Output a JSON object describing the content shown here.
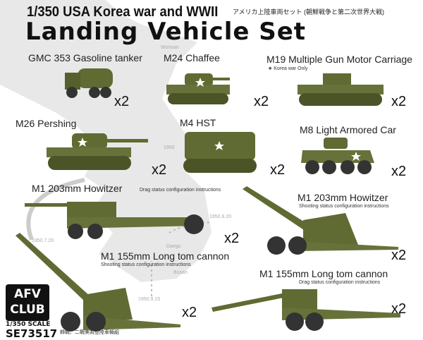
{
  "title": {
    "line1": "1/350 USA Korea war and WWII",
    "line2": "Landing Vehicle Set",
    "japanese": "アメリカ上陸車両セット (朝鮮戦争と第二次世界大戦)"
  },
  "vehicles": [
    {
      "name": "GMC 353 Gasoline tanker",
      "qty": "x2"
    },
    {
      "name": "M24 Chaffee",
      "qty": "x2"
    },
    {
      "name": "M19 Multiple Gun Motor Carriage",
      "note": "★ Korea war Only",
      "qty": "x2"
    },
    {
      "name": "M26 Pershing",
      "qty": "x2"
    },
    {
      "name": "M4 HST",
      "qty": "x2"
    },
    {
      "name": "M8 Light Armored Car",
      "qty": "x2"
    },
    {
      "name": "M1 203mm Howitzer",
      "note": "Drag status configuration instructions",
      "qty": "x2"
    },
    {
      "name": "M1 203mm Howitzer",
      "note": "Shooting status configuration instructions",
      "qty": "x2"
    },
    {
      "name": "M1 155mm Long tom cannon",
      "note": "Shooting status configuration instructions",
      "qty": "x2"
    },
    {
      "name": "M1 155mm Long tom cannon",
      "note": "Drag status configuration instructions",
      "qty": "x2"
    }
  ],
  "map_labels": [
    "Wonsan",
    "1950",
    "1950.8.20",
    "1950.7.20",
    "Daegu",
    "Busan",
    "1950.9.15"
  ],
  "brand": {
    "logo": "AFV CLUB",
    "scale": "1/350 SCALE",
    "code": "SE73517",
    "chinese": "韓戰、二戰美製登陸車輛組"
  },
  "colors": {
    "olive": "#5f6b32",
    "map": "#e6e6e6"
  }
}
